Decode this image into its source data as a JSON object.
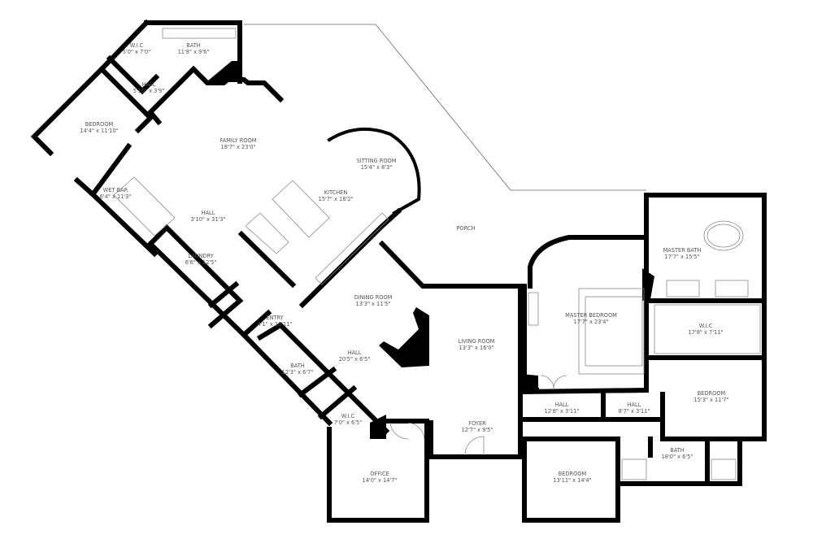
{
  "rooms": [
    {
      "name": "BATH",
      "dims": "11'8\" x 9'6\""
    },
    {
      "name": "W.I.C",
      "dims": "5'0\" x 7'0\""
    },
    {
      "name": "HALL",
      "dims": "5'10\" x 3'9\""
    },
    {
      "name": "BEDROOM",
      "dims": "14'4\" x 11'10\""
    },
    {
      "name": "FAMILY ROOM",
      "dims": "18'7\" x 23'0\""
    },
    {
      "name": "SITTING ROOM",
      "dims": "15'4\" x 8'3\""
    },
    {
      "name": "KITCHEN",
      "dims": "15'7\" x 18'2\""
    },
    {
      "name": "WET BAR",
      "dims": "6'4\" x 11'3\""
    },
    {
      "name": "HALL",
      "dims": "3'10\" x 31'3\""
    },
    {
      "name": "LAUNDRY",
      "dims": "6'6\" x 12'5\""
    },
    {
      "name": "PORCH",
      "dims": ""
    },
    {
      "name": "DINING ROOM",
      "dims": "13'3\" x 11'5\""
    },
    {
      "name": "ENTRY",
      "dims": "4'1\" x 10'11\""
    },
    {
      "name": "HALL",
      "dims": "20'5\" x 6'5\""
    },
    {
      "name": "BATH",
      "dims": "12'3\" x 6'7\""
    },
    {
      "name": "LIVING ROOM",
      "dims": "13'3\" x 16'0\""
    },
    {
      "name": "MASTER BEDROOM",
      "dims": "17'7\" x 23'4\""
    },
    {
      "name": "MASTER BATH",
      "dims": "17'7\" x 15'5\""
    },
    {
      "name": "W.I.C",
      "dims": "17'8\" x 7'11\""
    },
    {
      "name": "BEDROOM",
      "dims": "15'3\" x 11'7\""
    },
    {
      "name": "HALL",
      "dims": "12'8\" x 3'11\""
    },
    {
      "name": "HALL",
      "dims": "8'7\" x 3'11\""
    },
    {
      "name": "FOYER",
      "dims": "12'7\" x 9'5\""
    },
    {
      "name": "W.I.C",
      "dims": "7'0\" x 6'5\""
    },
    {
      "name": "OFFICE",
      "dims": "14'0\" x 14'7\""
    },
    {
      "name": "BEDROOM",
      "dims": "13'11\" x 14'4\""
    },
    {
      "name": "BATH",
      "dims": "18'0\" x 6'5\""
    }
  ],
  "colors": {
    "wall": "#000000",
    "label": "#555555",
    "background": "#ffffff"
  }
}
